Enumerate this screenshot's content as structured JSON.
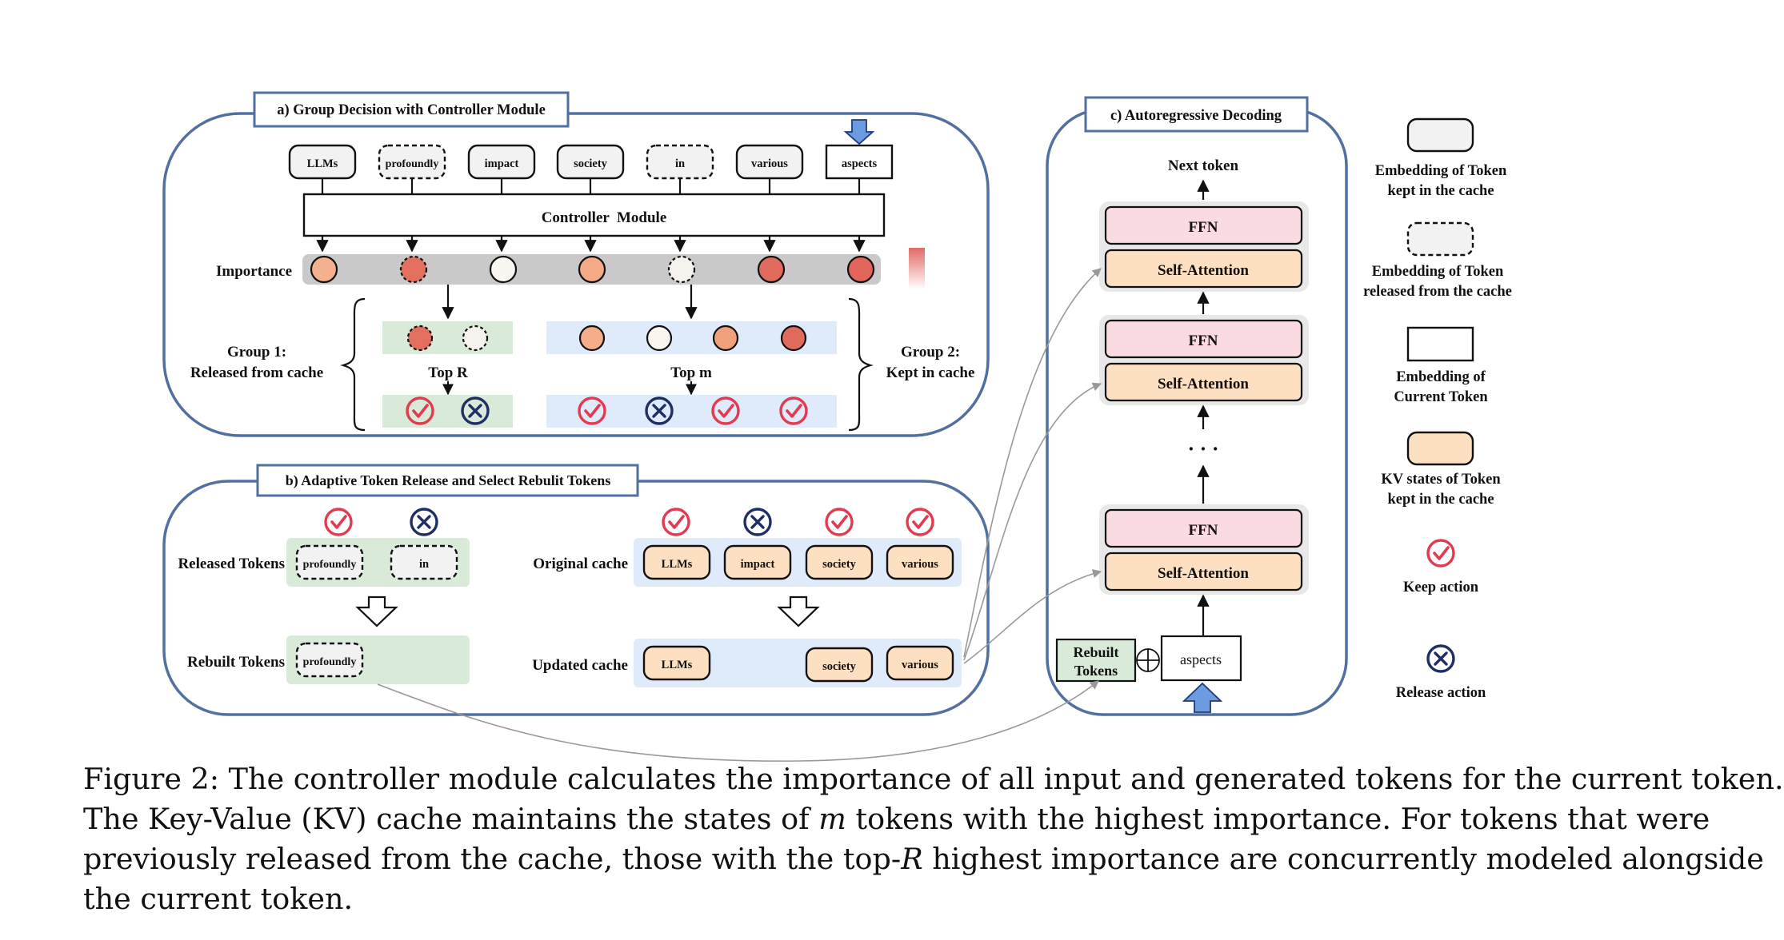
{
  "panel_a": {
    "title": "a) Group Decision with Controller Module",
    "tokens": [
      "LLMs",
      "profoundly",
      "impact",
      "society",
      "in",
      "various",
      "aspects"
    ],
    "controller": "Controller  Module",
    "importance_label": "Importance",
    "group1_label_line1": "Group 1:",
    "group1_label_line2": "Released from cache",
    "group2_label_line1": "Group 2:",
    "group2_label_line2": "Kept in cache",
    "top_r": "Top R",
    "top_m": "Top m"
  },
  "panel_b": {
    "title": "b) Adaptive Token Release and Select Rebulit Tokens",
    "released_label": "Released Tokens",
    "rebuilt_label": "Rebuilt Tokens",
    "original_label": "Original cache",
    "updated_label": "Updated cache",
    "released_tokens": [
      "profoundly",
      "in"
    ],
    "rebuilt_tokens": [
      "profoundly"
    ],
    "original_tokens": [
      "LLMs",
      "impact",
      "society",
      "various"
    ],
    "updated_tokens": [
      "LLMs",
      "society",
      "various"
    ]
  },
  "panel_c": {
    "title": "c) Autoregressive Decoding",
    "next_token": "Next token",
    "ffn": "FFN",
    "self_attention": "Self-Attention",
    "dots": "· · ·",
    "rebuilt_line1": "Rebuilt",
    "rebuilt_line2": "Tokens",
    "current": "aspects"
  },
  "legend": {
    "kept_line1": "Embedding of Token",
    "kept_line2": "kept in the cache",
    "released_line1": "Embedding of Token",
    "released_line2": "released from the cache",
    "current_line1": "Embedding of",
    "current_line2": "Current Token",
    "kv_line1": "KV states of Token",
    "kv_line2": "kept in the cache",
    "keep": "Keep action",
    "release": "Release action"
  },
  "caption": {
    "line1": "Figure 2: The controller module calculates the importance of all input and generated tokens for the current token.",
    "line2_a": "The Key-Value (KV) cache maintains the states of ",
    "line2_var": "m",
    "line2_b": " tokens with the highest importance. For tokens that were",
    "line3_a": "previously released from the cache, those with the top-",
    "line3_var": "R",
    "line3_b": " highest importance are concurrently modeled alongside",
    "line4": "the current token."
  },
  "colors": {
    "panel_border": "#51709f",
    "green_area": "#d9ead9",
    "blue_area": "#dfeafb",
    "importance_bar": "#c9c9c9",
    "ffn_fill": "#fadbe1",
    "attn_fill": "#fde0c2",
    "keep_red": "#e23a4f",
    "release_navy": "#1f2f66",
    "arrow_blue": "#6d9be0"
  }
}
